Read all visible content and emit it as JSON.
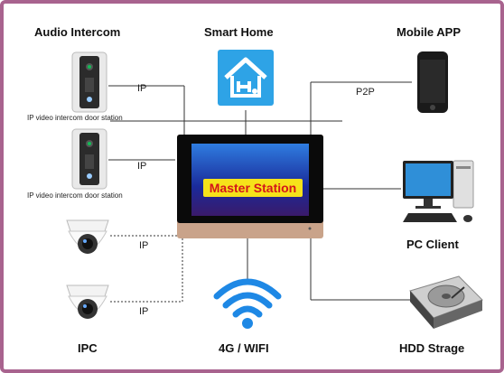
{
  "labels": {
    "audio_intercom": "Audio Intercom",
    "smart_home": "Smart  Home",
    "mobile_app": "Mobile APP",
    "door_station_1": "IP video intercom door station",
    "door_station_2": "IP video intercom door station",
    "pc_client": "PC Client",
    "ipc": "IPC",
    "wifi": "4G / WIFI",
    "hdd": "HDD Strage",
    "master_station": "Master Station"
  },
  "connections": {
    "ip1": "IP",
    "ip2": "IP",
    "ip3": "IP",
    "ip4": "IP",
    "p2p": "P2P"
  },
  "colors": {
    "frame": "#a8638e",
    "accent_blue": "#1e88e5",
    "master_label_bg": "#f6e21a",
    "master_label_text": "#d4141a",
    "monitor_trim": "#c9a38a"
  },
  "icons": [
    "door-station-icon",
    "smart-home-icon",
    "mobile-phone-icon",
    "master-monitor-icon",
    "pc-client-icon",
    "dome-camera-icon",
    "wifi-icon",
    "hdd-icon"
  ]
}
